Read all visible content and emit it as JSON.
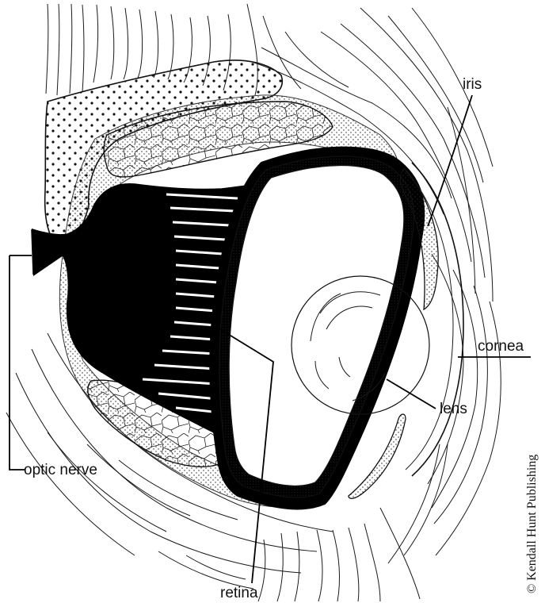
{
  "labels": {
    "iris": "iris",
    "cornea": "cornea",
    "lens": "lens",
    "optic_nerve": "optic nerve",
    "retina": "retina"
  },
  "credit": "© Kendall Hunt Publishing",
  "colors": {
    "ink": "#111111",
    "background": "#ffffff"
  }
}
